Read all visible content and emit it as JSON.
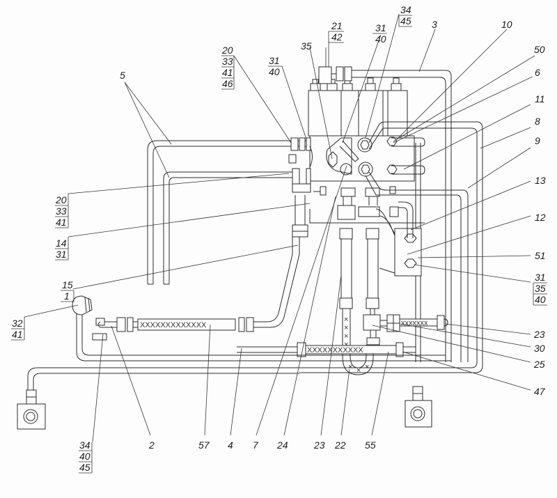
{
  "diagram": {
    "type": "technical-assembly-drawing",
    "description": "Pipe and hose routing assembly with callout numbers",
    "colors": {
      "line": "#2a2a2a",
      "background": "#fdfdfd"
    },
    "callouts": {
      "c5": "5",
      "c20_stack_top": [
        "20",
        "33",
        "41",
        "46"
      ],
      "c31_40_left": [
        "31",
        "40"
      ],
      "c35": "35",
      "c21_42": [
        "21",
        "42"
      ],
      "c31_40_mid": [
        "31",
        "40"
      ],
      "c34_45": [
        "34",
        "45"
      ],
      "c3": "3",
      "c10": "10",
      "c50": "50",
      "c6": "6",
      "c11": "11",
      "c8": "8",
      "c9": "9",
      "c13": "13",
      "c12": "12",
      "c51": "51",
      "c31_35_40": [
        "31",
        "35",
        "40"
      ],
      "c20_33_41": [
        "20",
        "33",
        "41"
      ],
      "c14_31": [
        "14",
        "31"
      ],
      "c15_1": [
        "15",
        "1"
      ],
      "c32_41": [
        "32",
        "41"
      ],
      "c23_right": "23",
      "c30": "30",
      "c25": "25",
      "c47": "47",
      "c34_40_45": [
        "34",
        "40",
        "45"
      ],
      "c2": "2",
      "c57": "57",
      "c4": "4",
      "c7": "7",
      "c24": "24",
      "c23_bottom": "23",
      "c22": "22",
      "c55": "55"
    },
    "braid_marks": {
      "hose57": "XXXXXXXXXXXXX",
      "hose55": "XXXXXXXXXXX",
      "hose30": "xxxxxxx"
    }
  }
}
